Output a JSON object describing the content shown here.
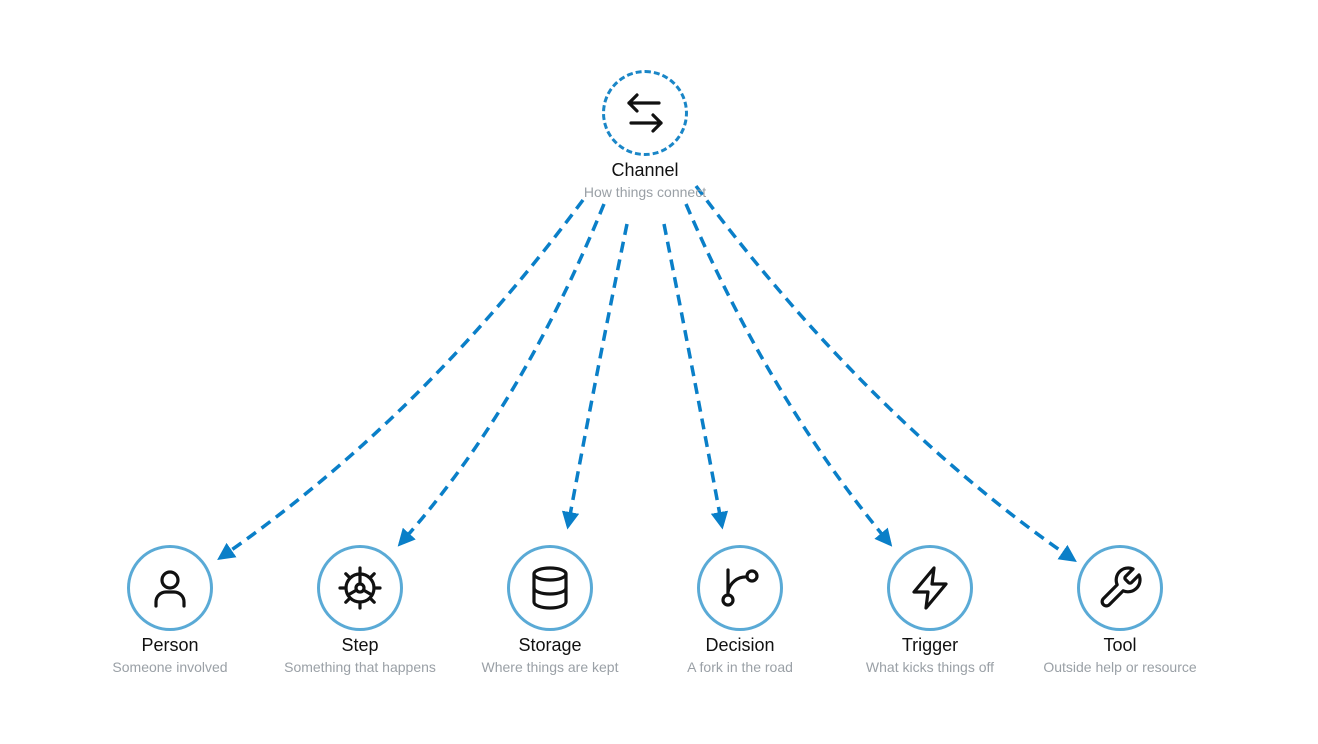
{
  "colors": {
    "edge": "#0a7fc8",
    "node_border": "#5aaad6",
    "hub_border": "#1a86c7",
    "title": "#111111",
    "subtitle": "#9aa0a6"
  },
  "hub": {
    "title": "Channel",
    "subtitle": "How things connect",
    "icon": "arrows-left-right-icon"
  },
  "nodes": [
    {
      "title": "Person",
      "subtitle": "Someone involved",
      "icon": "person-icon"
    },
    {
      "title": "Step",
      "subtitle": "Something that happens",
      "icon": "gear-icon"
    },
    {
      "title": "Storage",
      "subtitle": "Where things are kept",
      "icon": "database-icon"
    },
    {
      "title": "Decision",
      "subtitle": "A fork in the road",
      "icon": "branch-icon"
    },
    {
      "title": "Trigger",
      "subtitle": "What kicks things off",
      "icon": "lightning-icon"
    },
    {
      "title": "Tool",
      "subtitle": "Outside help or resource",
      "icon": "wrench-icon"
    }
  ]
}
